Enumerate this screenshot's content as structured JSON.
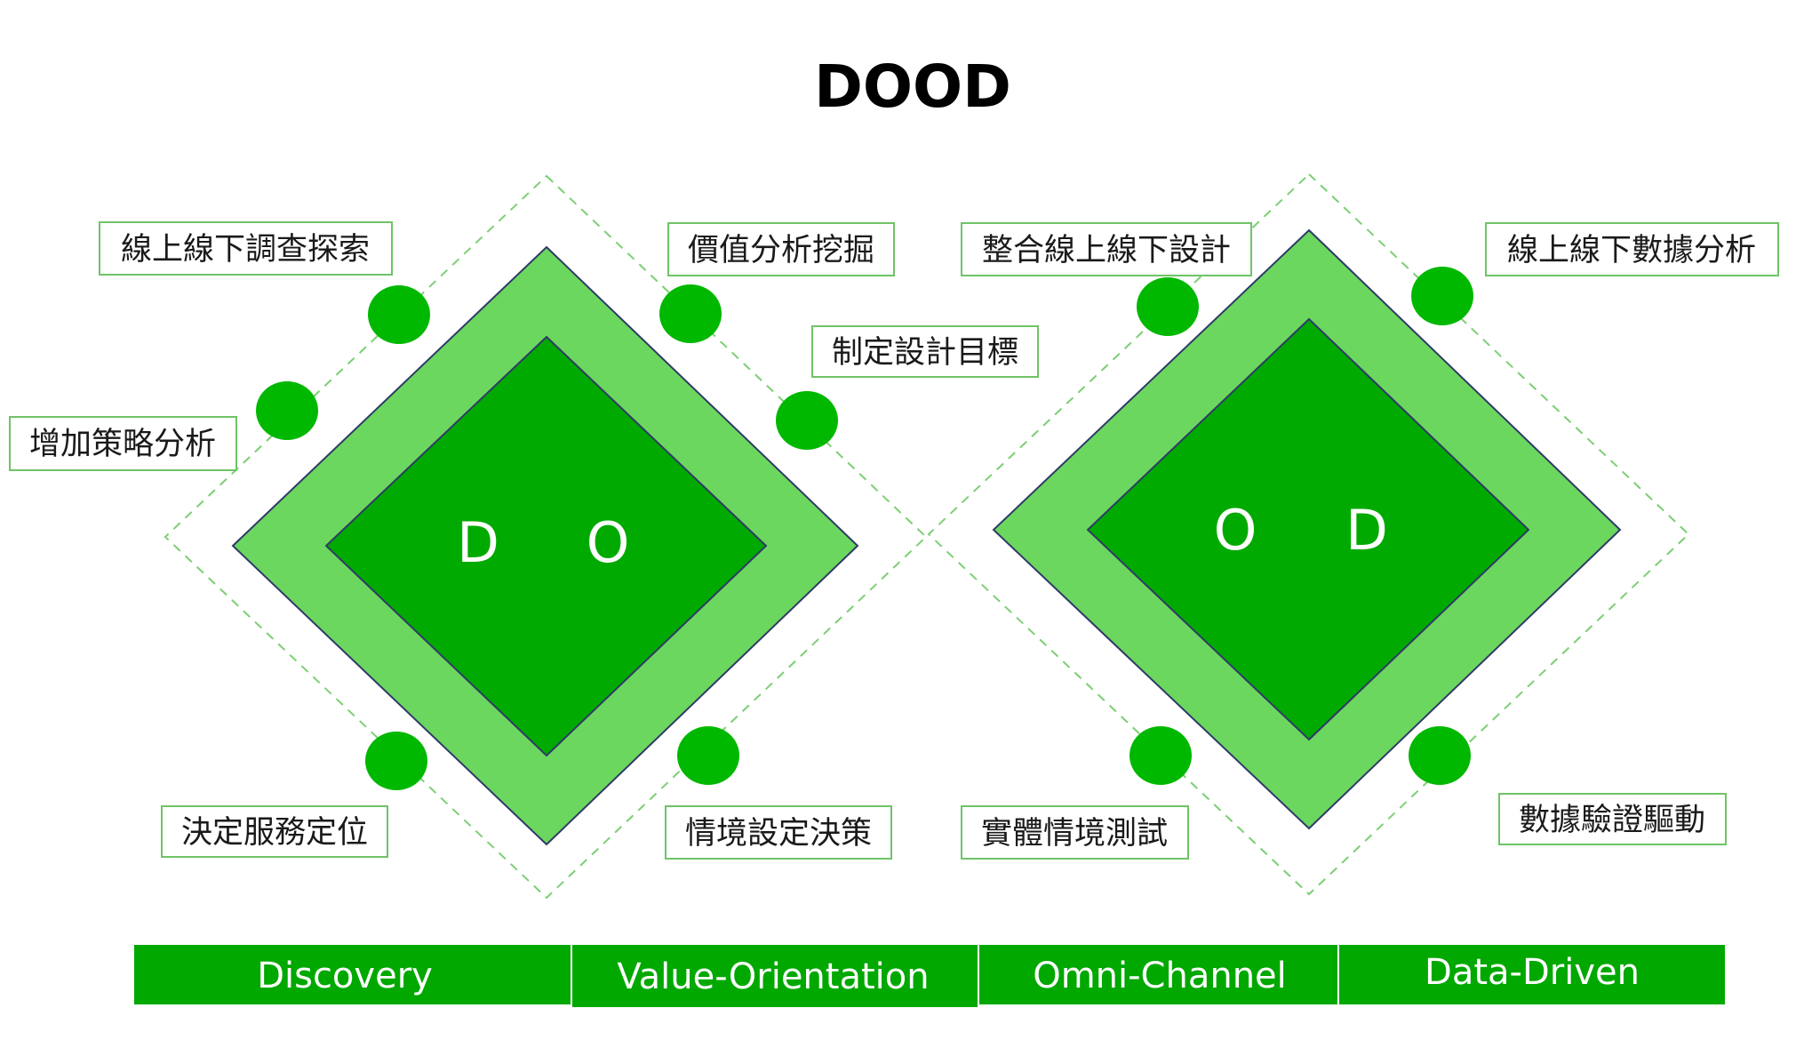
{
  "title": "DOOD",
  "colors": {
    "light_green": "#6cd75e",
    "dark_green": "#00aa00",
    "dot_green": "#00b800",
    "dash_green": "#7cce74",
    "box_border": "#6ec466",
    "diamond_stroke": "#2e3b66",
    "bar_green": "#00a800"
  },
  "diamonds": [
    {
      "letters": [
        "D",
        "O"
      ]
    },
    {
      "letters": [
        "O",
        "D"
      ]
    }
  ],
  "labels": [
    "線上線下調查探索",
    "增加策略分析",
    "價值分析挖掘",
    "制定設計目標",
    "決定服務定位",
    "情境設定決策",
    "整合線上線下設計",
    "線上線下數據分析",
    "實體情境測試",
    "數據驗證驅動"
  ],
  "phases": [
    "Discovery",
    "Value-Orientation",
    "Omni-Channel",
    "Data-Driven"
  ]
}
